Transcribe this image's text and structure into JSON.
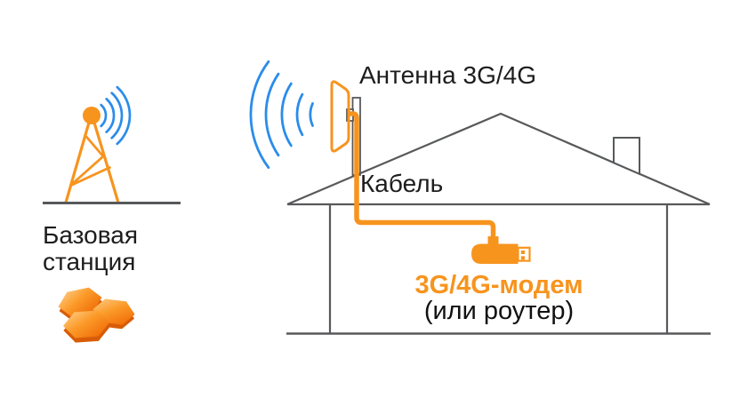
{
  "diagram": {
    "labels": {
      "base_station_line1": "Базовая",
      "base_station_line2": "станция",
      "antenna": "Антенна 3G/4G",
      "cable": "Кабель",
      "modem": "3G/4G-модем",
      "modem_alt": "(или роутер)"
    },
    "icons": [
      "cell-tower-icon",
      "tower-signal-waves-icon",
      "antenna-signal-waves-icon",
      "panel-antenna-icon",
      "antenna-mast-pole",
      "house-outline",
      "chimney",
      "coax-cable-line",
      "usb-modem-icon",
      "honeycomb-cells-icon"
    ],
    "colors": {
      "orange": "#f7941e",
      "blue": "#2b8ceb",
      "gray": "#58595b",
      "text_dark": "#1d1d1d"
    }
  }
}
